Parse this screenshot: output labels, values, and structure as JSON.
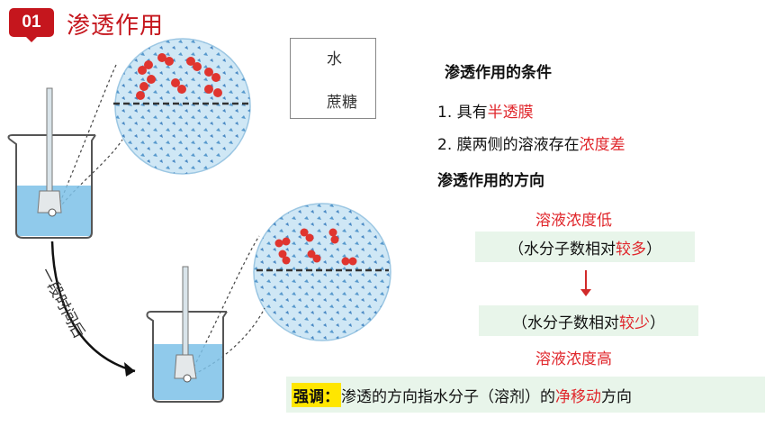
{
  "header": {
    "badge_number": "01",
    "title": "渗透作用"
  },
  "legend": {
    "water_label": "水",
    "sugar_label": "蔗糖"
  },
  "diagram": {
    "time_label": "一段时间后"
  },
  "conditions": {
    "heading": "渗透作用的条件",
    "item1_prefix": "1. 具有",
    "item1_highlight": "半透膜",
    "item2_prefix": "2. 膜两侧的溶液存在",
    "item2_highlight": "浓度差"
  },
  "direction": {
    "heading": "渗透作用的方向",
    "low_concentration": "溶液浓度低",
    "box1_prefix": "（水分子数相对",
    "box1_highlight": "较多",
    "box1_suffix": "）",
    "box2_prefix": "（水分子数相对",
    "box2_highlight": "较少",
    "box2_suffix": "）",
    "high_concentration": "溶液浓度高"
  },
  "emphasis": {
    "label": "强调：",
    "text_prefix": "渗透的方向指水分子（溶剂）的",
    "text_highlight": "净移动",
    "text_suffix": "方向"
  },
  "colors": {
    "accent_red": "#c5161d",
    "highlight_red": "#e0262b",
    "water_blue": "#4a90c8",
    "sugar_red": "#e0352f",
    "box_green": "#e8f5ea",
    "emphasis_yellow": "#ffe600"
  }
}
